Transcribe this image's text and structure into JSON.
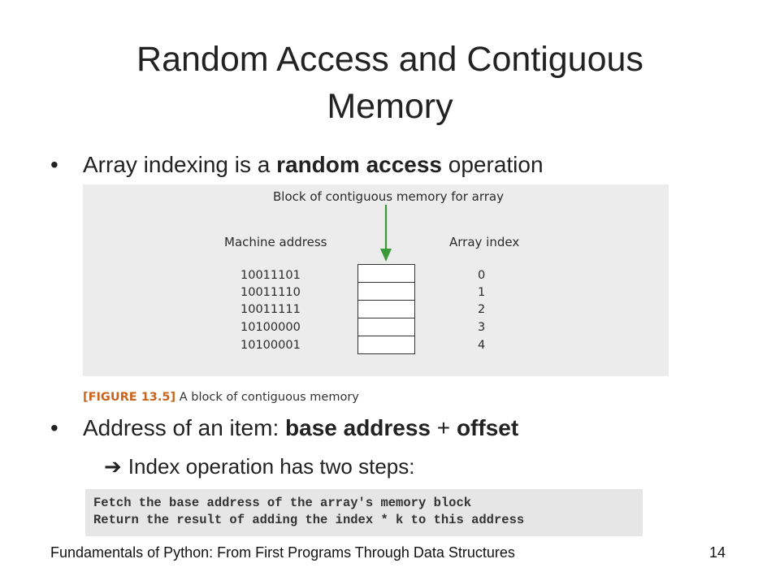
{
  "slide": {
    "title_line1": "Random Access and Contiguous",
    "title_line2": "Memory"
  },
  "bullets": [
    {
      "pre": "Array indexing is a ",
      "bold": "random access",
      "post": " operation"
    },
    {
      "pre": "Address of an item: ",
      "bold1": "base address",
      "mid": " + ",
      "bold2": "offset"
    }
  ],
  "sub_bullet": {
    "arrow": "➔",
    "text": "Index operation has two steps:"
  },
  "figure": {
    "header": "Block of contiguous memory for array",
    "col_machine_address": "Machine address",
    "col_array_index": "Array index",
    "addresses": [
      "10011101",
      "10011110",
      "10011111",
      "10100000",
      "10100001"
    ],
    "indices": [
      "0",
      "1",
      "2",
      "3",
      "4"
    ],
    "arrow_color": "#3a9a3a",
    "caption_tag": "[FIGURE 13.5]",
    "caption_text": " A block of contiguous memory"
  },
  "code": {
    "lines": [
      "Fetch the base address of the array's memory block",
      "Return the result of adding the index * k to this address"
    ]
  },
  "footer": {
    "left": "Fundamentals of Python: From First Programs Through Data Structures",
    "page": "14"
  }
}
